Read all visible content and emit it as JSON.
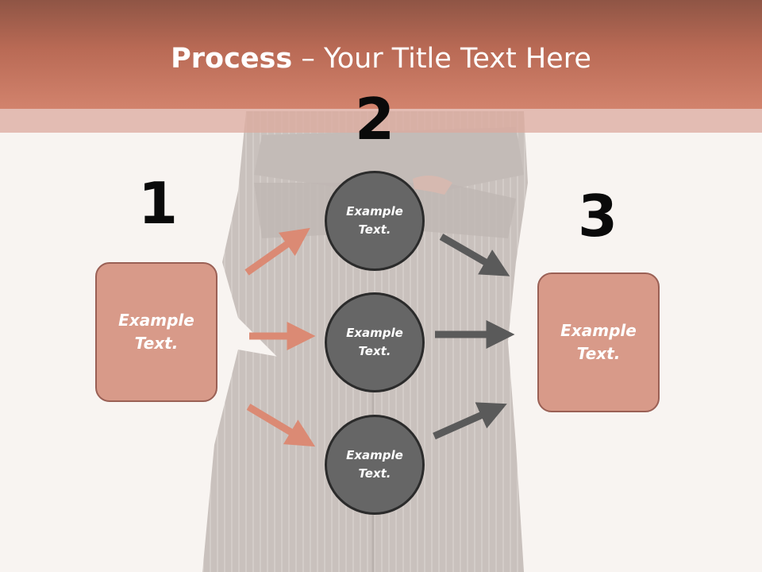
{
  "slide": {
    "title_bold": "Process",
    "title_rest": " – Your Title Text Here",
    "numbers": [
      "1",
      "2",
      "3"
    ]
  },
  "left_box": {
    "text": "Example Text."
  },
  "center_circles": [
    {
      "text": "Example Text."
    },
    {
      "text": "Example Text."
    },
    {
      "text": "Example Text."
    }
  ],
  "right_box": {
    "text": "Example Text."
  },
  "colors": {
    "header": "#c4735e",
    "box_fill": "#d89a89",
    "box_border": "#9a6055",
    "circle_fill": "#666666",
    "circle_border": "#2b2b2b",
    "arrow_left": "#db8a74",
    "arrow_right": "#5a5a5a",
    "background": "#f8f4f1"
  },
  "icons": {
    "arrows_in": "arrow-right-icon",
    "arrows_out": "arrow-right-icon"
  }
}
